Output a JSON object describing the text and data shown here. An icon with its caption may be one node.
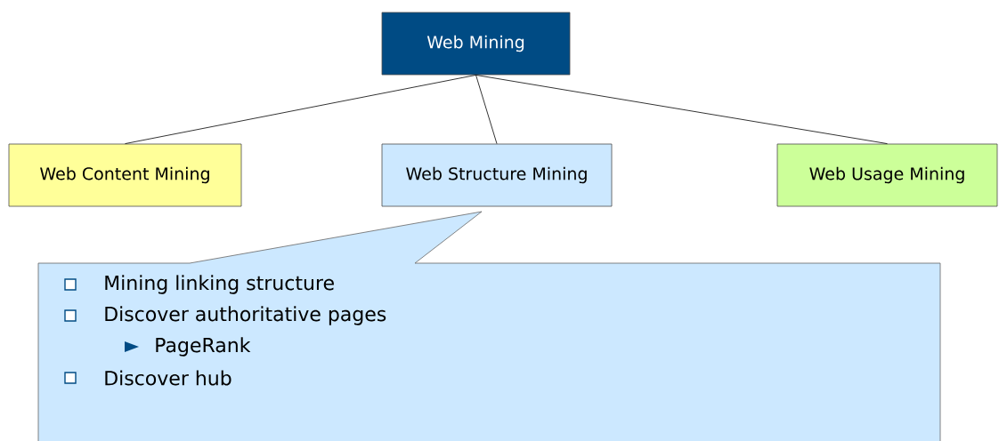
{
  "diagram": {
    "nodes": [
      {
        "text": [
          "Web Mining"
        ]
      },
      {
        "text": [
          "Web Content Mining"
        ]
      },
      {
        "text": [
          "Web Structure Mining"
        ]
      },
      {
        "text": [
          "Web Usage Mining"
        ]
      },
      {
        "text": [
          "Mining linking structure",
          "Discover authoritative pages",
          "PageRank",
          "Discover hub"
        ]
      }
    ],
    "edges": [
      {
        "from": 0,
        "to": 1,
        "arrow": "none"
      },
      {
        "from": 0,
        "to": 2,
        "arrow": "none"
      },
      {
        "from": 0,
        "to": 3,
        "arrow": "none"
      }
    ]
  }
}
